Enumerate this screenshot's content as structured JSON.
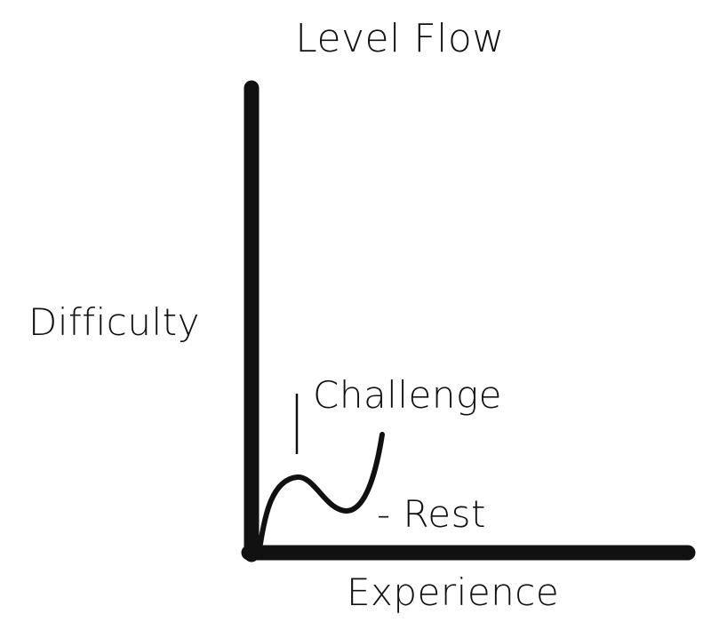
{
  "title": "Level Flow",
  "y_axis_label": "Difficulty",
  "x_axis_label": "Experience",
  "annotations": {
    "challenge": "Challenge",
    "rest": "- Rest"
  },
  "colors": {
    "ink": "#111111",
    "background": "#ffffff"
  }
}
